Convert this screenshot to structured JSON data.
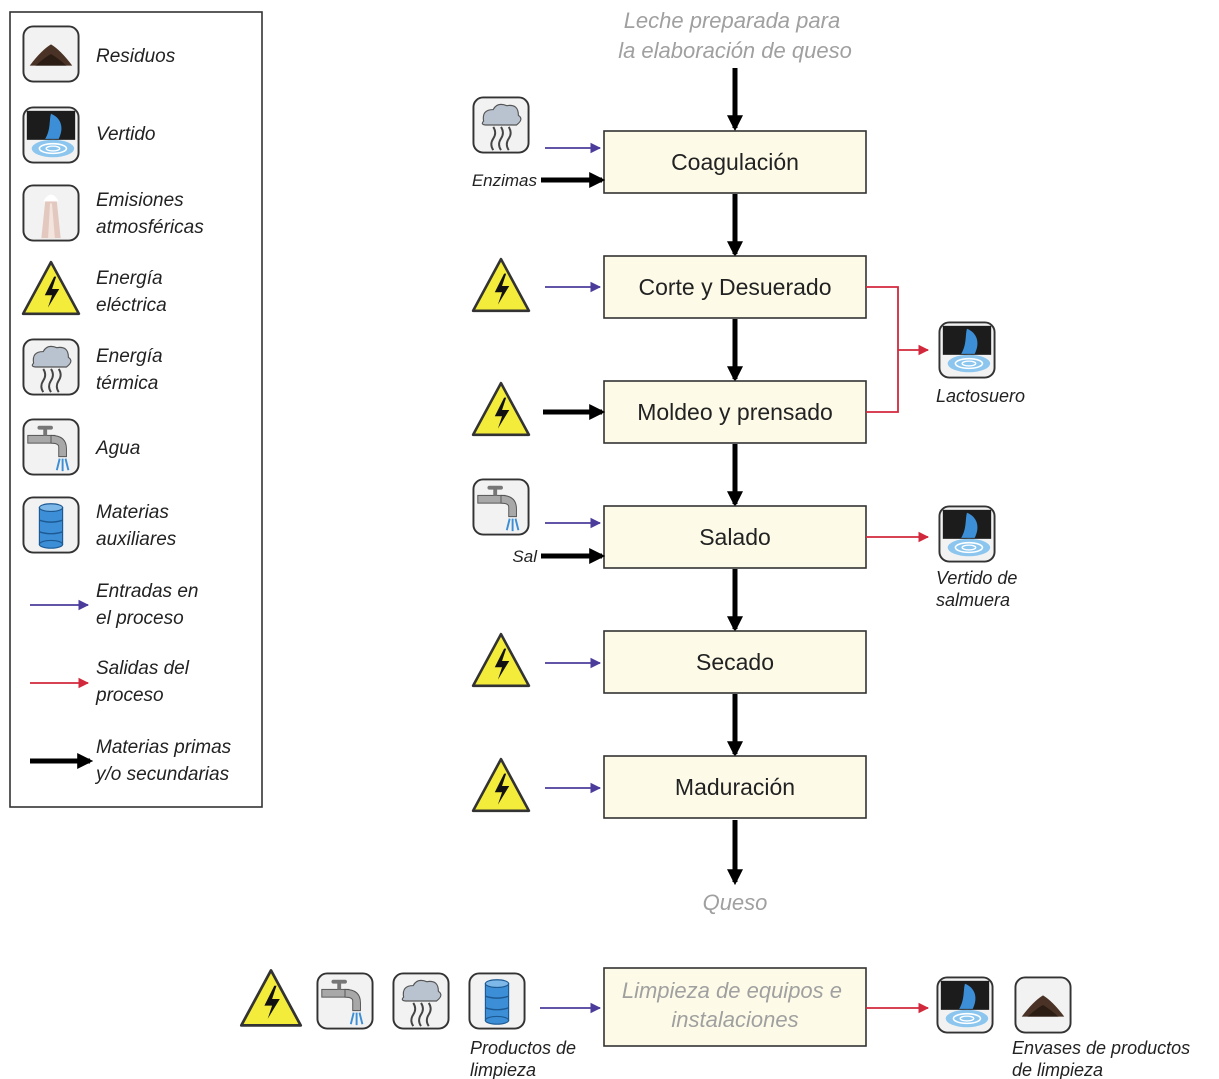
{
  "legend": {
    "items": [
      {
        "icon": "residuos-icon",
        "lines": [
          "Residuos"
        ]
      },
      {
        "icon": "vertido-icon",
        "lines": [
          "Vertido"
        ]
      },
      {
        "icon": "emisiones-icon",
        "lines": [
          "Emisiones",
          "atmosféricas"
        ]
      },
      {
        "icon": "energia-electrica-icon",
        "lines": [
          "Energía",
          "eléctrica"
        ]
      },
      {
        "icon": "energia-termica-icon",
        "lines": [
          "Energía",
          "térmica"
        ]
      },
      {
        "icon": "agua-icon",
        "lines": [
          "Agua"
        ]
      },
      {
        "icon": "materias-auxiliares-icon",
        "lines": [
          "Materias",
          "auxiliares"
        ]
      },
      {
        "icon": "arrow-blue",
        "lines": [
          "Entradas en",
          "el proceso"
        ]
      },
      {
        "icon": "arrow-red",
        "lines": [
          "Salidas del",
          "proceso"
        ]
      },
      {
        "icon": "arrow-black",
        "lines": [
          "Materias primas",
          "y/o secundarias"
        ]
      }
    ]
  },
  "flow": {
    "start_lines": [
      "Leche preparada para",
      "la elaboración de queso"
    ],
    "end_label": "Queso",
    "steps": [
      {
        "label": "Coagulación"
      },
      {
        "label": "Corte y Desuerado"
      },
      {
        "label": "Moldeo y prensado"
      },
      {
        "label": "Salado"
      },
      {
        "label": "Secado"
      },
      {
        "label": "Maduración"
      }
    ],
    "input_labels": {
      "enzimas": "Enzimas",
      "sal": "Sal"
    },
    "output_labels": {
      "lactosuero": "Lactosuero",
      "salmuera": [
        "Vertido de",
        "salmuera"
      ]
    }
  },
  "cleaning": {
    "box_lines": [
      "Limpieza de equipos e",
      "instalaciones"
    ],
    "input_label_lines": [
      "Productos de",
      "limpieza"
    ],
    "output_label_lines": [
      "Envases de productos",
      "de limpieza"
    ]
  },
  "colors": {
    "input_arrow": "#4b3b9a",
    "output_arrow": "#d2283c",
    "raw_arrow": "#000000",
    "box_fill": "#fdfbe8",
    "energy_yellow": "#f4ec3a",
    "water_blue": "#3c8fd6",
    "grey_text": "#a0a0a0"
  }
}
